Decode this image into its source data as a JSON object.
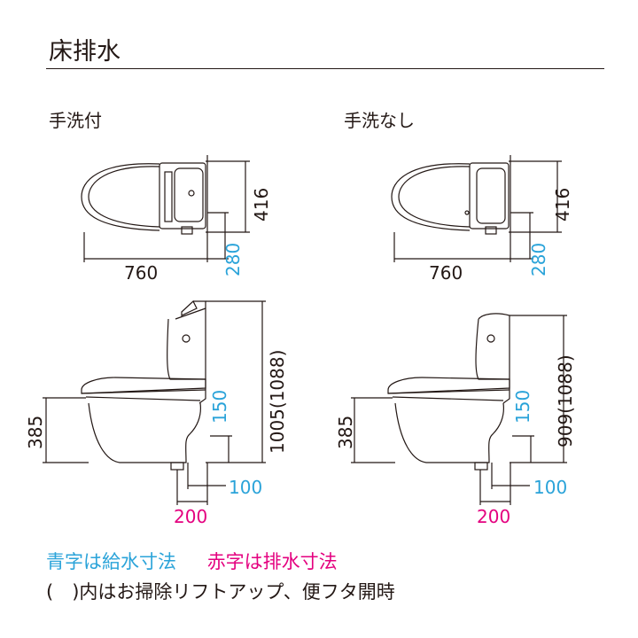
{
  "title": "床排水",
  "variants": [
    {
      "label": "手洗付",
      "top_view": {
        "length": "760",
        "depth": "416",
        "supply_offset": "280"
      },
      "side_view": {
        "seat_height": "385",
        "total_height": "1005(1088)",
        "supply_height": "150",
        "supply_distance": "100",
        "drain_distance": "200"
      }
    },
    {
      "label": "手洗なし",
      "top_view": {
        "length": "760",
        "depth": "416",
        "supply_offset": "280"
      },
      "side_view": {
        "seat_height": "385",
        "total_height": "909(1088)",
        "supply_height": "150",
        "supply_distance": "100",
        "drain_distance": "200"
      }
    }
  ],
  "legend": {
    "blue_text": "青字は給水寸法",
    "red_text": "赤字は排水寸法"
  },
  "note": "(　)内はお掃除リフトアップ、便フタ開時",
  "colors": {
    "supply": "#2aa3d9",
    "drain": "#e4007f",
    "line": "#231815"
  }
}
